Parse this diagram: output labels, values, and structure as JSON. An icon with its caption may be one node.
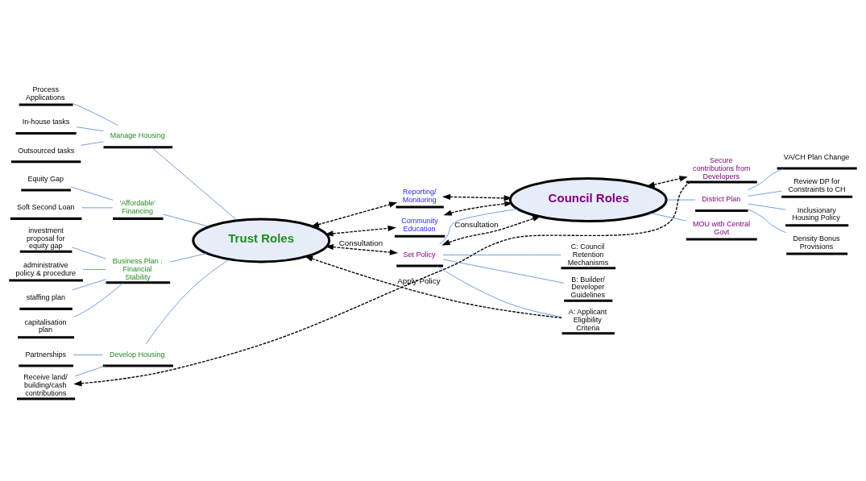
{
  "diagram": {
    "nodes": [
      {
        "text": [
          "Trust Roles"
        ]
      },
      {
        "text": [
          "Council Roles"
        ]
      },
      {
        "text": [
          "Develop Housing"
        ]
      },
      {
        "text": [
          "Receive land/ building/cash contributions"
        ]
      },
      {
        "text": [
          "Partnerships"
        ]
      },
      {
        "text": [
          "Manage Housing"
        ]
      },
      {
        "text": [
          "Process Applications"
        ]
      },
      {
        "text": [
          "In-house tasks"
        ]
      },
      {
        "text": [
          "Outsourced tasks"
        ]
      },
      {
        "text": [
          "‘Affordable’ Financing"
        ]
      },
      {
        "text": [
          "Soft Second Loan"
        ]
      },
      {
        "text": [
          "Equity Gap"
        ]
      },
      {
        "text": [
          "Business Plan : Financial Stability"
        ]
      },
      {
        "text": [
          "capitalisation plan"
        ]
      },
      {
        "text": [
          "investment proposal for equity gap"
        ]
      },
      {
        "text": [
          "administrative policy & procedure"
        ]
      },
      {
        "text": [
          "staffing plan"
        ]
      },
      {
        "text": [
          "Reporting/ Monitoring"
        ]
      },
      {
        "text": [
          "Community Education"
        ]
      },
      {
        "text": [
          "Set Policy"
        ]
      },
      {
        "text": [
          "A: Applicant Eligibility Criteria"
        ]
      },
      {
        "text": [
          "B: Builder/ Developer Guidelines"
        ]
      },
      {
        "text": [
          "C: Council Retention Mechanisms"
        ]
      },
      {
        "text": [
          "Secure contributions from Developers"
        ]
      },
      {
        "text": [
          "District Plan"
        ]
      },
      {
        "text": [
          "MOU with Central Govt"
        ]
      },
      {
        "text": [
          "VA/CH Plan Change"
        ]
      },
      {
        "text": [
          "Review DP for Constraints to CH"
        ]
      },
      {
        "text": [
          "Inclusionary Housing Policy"
        ]
      },
      {
        "text": [
          "Density Bonus Provisions"
        ]
      }
    ],
    "edges": [
      {
        "from": 0,
        "to": 2,
        "arrow": "none"
      },
      {
        "from": 2,
        "to": 3,
        "arrow": "none"
      },
      {
        "from": 2,
        "to": 4,
        "arrow": "none"
      },
      {
        "from": 0,
        "to": 5,
        "arrow": "none"
      },
      {
        "from": 5,
        "to": 6,
        "arrow": "none"
      },
      {
        "from": 5,
        "to": 7,
        "arrow": "none"
      },
      {
        "from": 5,
        "to": 8,
        "arrow": "none"
      },
      {
        "from": 0,
        "to": 9,
        "arrow": "none"
      },
      {
        "from": 9,
        "to": 10,
        "arrow": "none"
      },
      {
        "from": 9,
        "to": 11,
        "arrow": "none"
      },
      {
        "from": 0,
        "to": 12,
        "arrow": "none"
      },
      {
        "from": 12,
        "to": 13,
        "arrow": "none"
      },
      {
        "from": 12,
        "to": 14,
        "arrow": "none"
      },
      {
        "from": 12,
        "to": 15,
        "arrow": "none"
      },
      {
        "from": 12,
        "to": 16,
        "arrow": "none"
      },
      {
        "from": 0,
        "to": 17,
        "arrow": "both",
        "style": "dashed",
        "color": "#000000"
      },
      {
        "from": 0,
        "to": 18,
        "arrow": "both",
        "style": "dashed",
        "color": "#000000"
      },
      {
        "from": 1,
        "to": 17,
        "arrow": "both",
        "style": "dashed",
        "color": "#000000"
      },
      {
        "from": 1,
        "to": 18,
        "arrow": "both",
        "style": "dashed",
        "color": "#000000"
      },
      {
        "from": 0,
        "to": 19,
        "arrow": "both",
        "label": "Consultation",
        "style": "dashed",
        "color": "#000000"
      },
      {
        "from": 1,
        "to": 19,
        "arrow": "both",
        "label": "Consultation",
        "style": "dashed",
        "color": "#000000"
      },
      {
        "from": 20,
        "to": 0,
        "arrow": "to",
        "label": "Apply Policy",
        "style": "dashed",
        "color": "#000000"
      },
      {
        "from": 1,
        "to": 19,
        "arrow": "none"
      },
      {
        "from": 19,
        "to": 20,
        "arrow": "none"
      },
      {
        "from": 19,
        "to": 21,
        "arrow": "none"
      },
      {
        "from": 19,
        "to": 22,
        "arrow": "none"
      },
      {
        "from": 1,
        "to": 23,
        "arrow": "both",
        "style": "dashed",
        "color": "#000000"
      },
      {
        "from": 23,
        "to": 3,
        "arrow": "to",
        "style": "dashed",
        "color": "#000000"
      },
      {
        "from": 1,
        "to": 24,
        "arrow": "none"
      },
      {
        "from": 24,
        "to": 26,
        "arrow": "none"
      },
      {
        "from": 24,
        "to": 27,
        "arrow": "none"
      },
      {
        "from": 24,
        "to": 28,
        "arrow": "none"
      },
      {
        "from": 24,
        "to": 29,
        "arrow": "none"
      },
      {
        "from": 1,
        "to": 25,
        "arrow": "none"
      }
    ]
  }
}
